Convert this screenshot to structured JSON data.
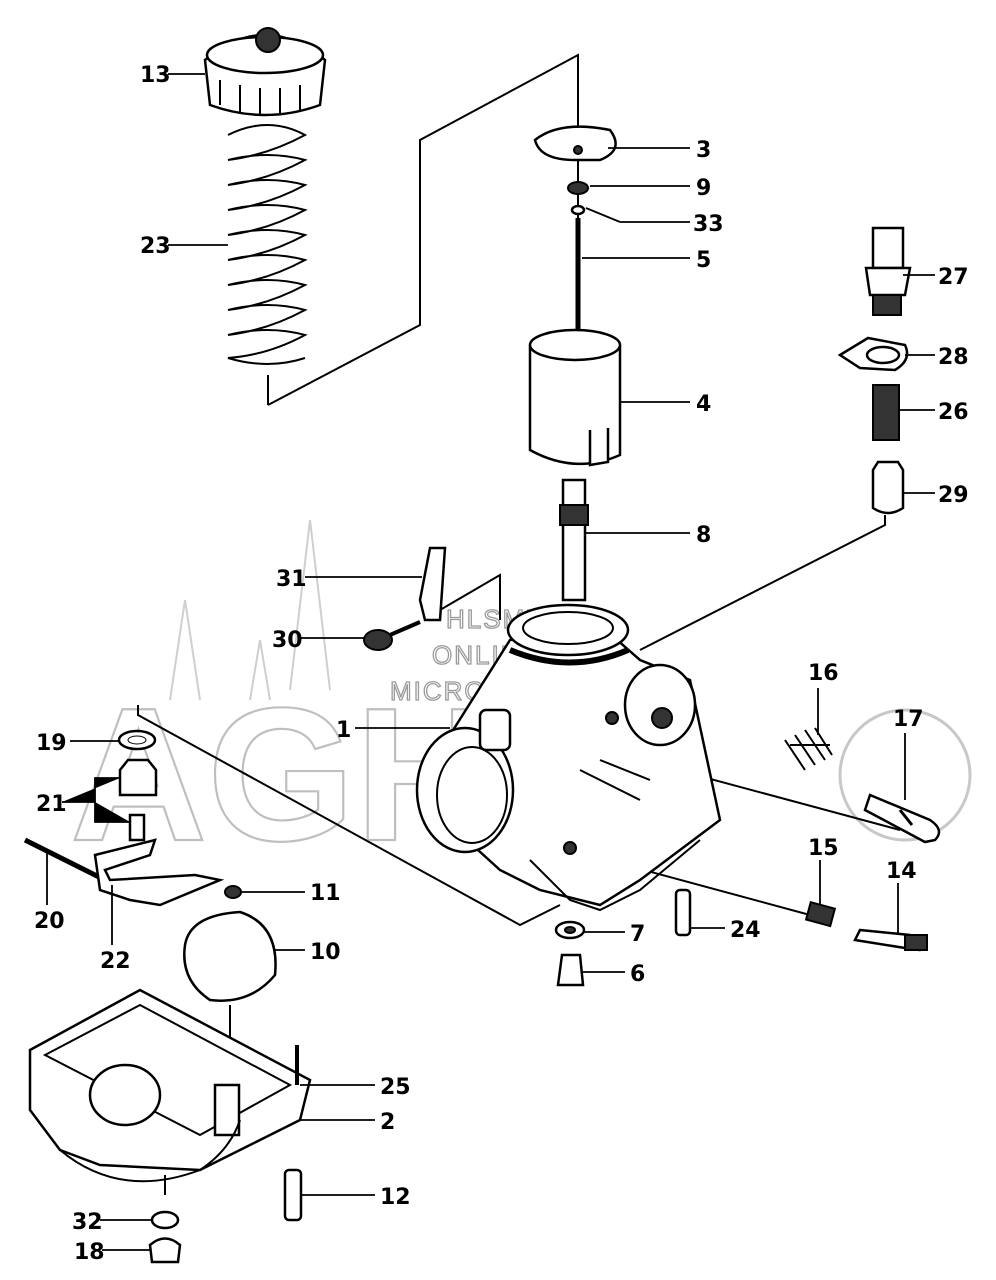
{
  "watermark": {
    "brand": "AGHE",
    "line1": "HLSM'S",
    "line2": "ONLINE",
    "line3": "MICROFICHE"
  },
  "labels": [
    {
      "id": "1",
      "text": "1"
    },
    {
      "id": "2",
      "text": "2"
    },
    {
      "id": "3",
      "text": "3"
    },
    {
      "id": "4",
      "text": "4"
    },
    {
      "id": "5",
      "text": "5"
    },
    {
      "id": "6",
      "text": "6"
    },
    {
      "id": "7",
      "text": "7"
    },
    {
      "id": "8",
      "text": "8"
    },
    {
      "id": "9",
      "text": "9"
    },
    {
      "id": "10",
      "text": "10"
    },
    {
      "id": "11",
      "text": "11"
    },
    {
      "id": "12",
      "text": "12"
    },
    {
      "id": "13",
      "text": "13"
    },
    {
      "id": "14",
      "text": "14"
    },
    {
      "id": "15",
      "text": "15"
    },
    {
      "id": "16",
      "text": "16"
    },
    {
      "id": "17",
      "text": "17"
    },
    {
      "id": "18",
      "text": "18"
    },
    {
      "id": "19",
      "text": "19"
    },
    {
      "id": "20",
      "text": "20"
    },
    {
      "id": "21",
      "text": "21"
    },
    {
      "id": "22",
      "text": "22"
    },
    {
      "id": "23",
      "text": "23"
    },
    {
      "id": "24",
      "text": "24"
    },
    {
      "id": "25",
      "text": "25"
    },
    {
      "id": "26",
      "text": "26"
    },
    {
      "id": "27",
      "text": "27"
    },
    {
      "id": "28",
      "text": "28"
    },
    {
      "id": "29",
      "text": "29"
    },
    {
      "id": "30",
      "text": "30"
    },
    {
      "id": "31",
      "text": "31"
    },
    {
      "id": "32",
      "text": "32"
    },
    {
      "id": "33",
      "text": "33"
    }
  ]
}
